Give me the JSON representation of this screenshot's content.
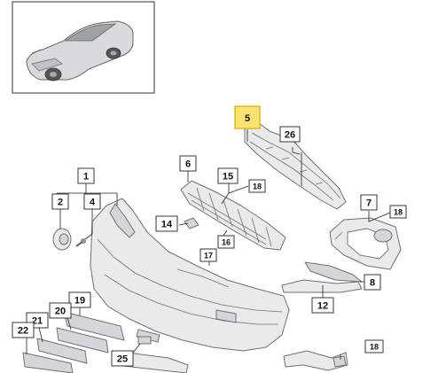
{
  "callouts": {
    "c1": "1",
    "c2": "2",
    "c4": "4",
    "c5": "5",
    "c6": "6",
    "c7": "7",
    "c8": "8",
    "c12": "12",
    "c14": "14",
    "c15": "15",
    "c16": "16",
    "c17": "17",
    "c18a": "18",
    "c18b": "18",
    "c18c": "18",
    "c19": "19",
    "c20": "20",
    "c21": "21",
    "c22": "22",
    "c25": "25",
    "c26": "26"
  },
  "colors": {
    "highlight_fill": "#ffe36e",
    "highlight_stroke": "#e0a800",
    "part_fill": "#e9eaec",
    "line": "#6e7073"
  }
}
